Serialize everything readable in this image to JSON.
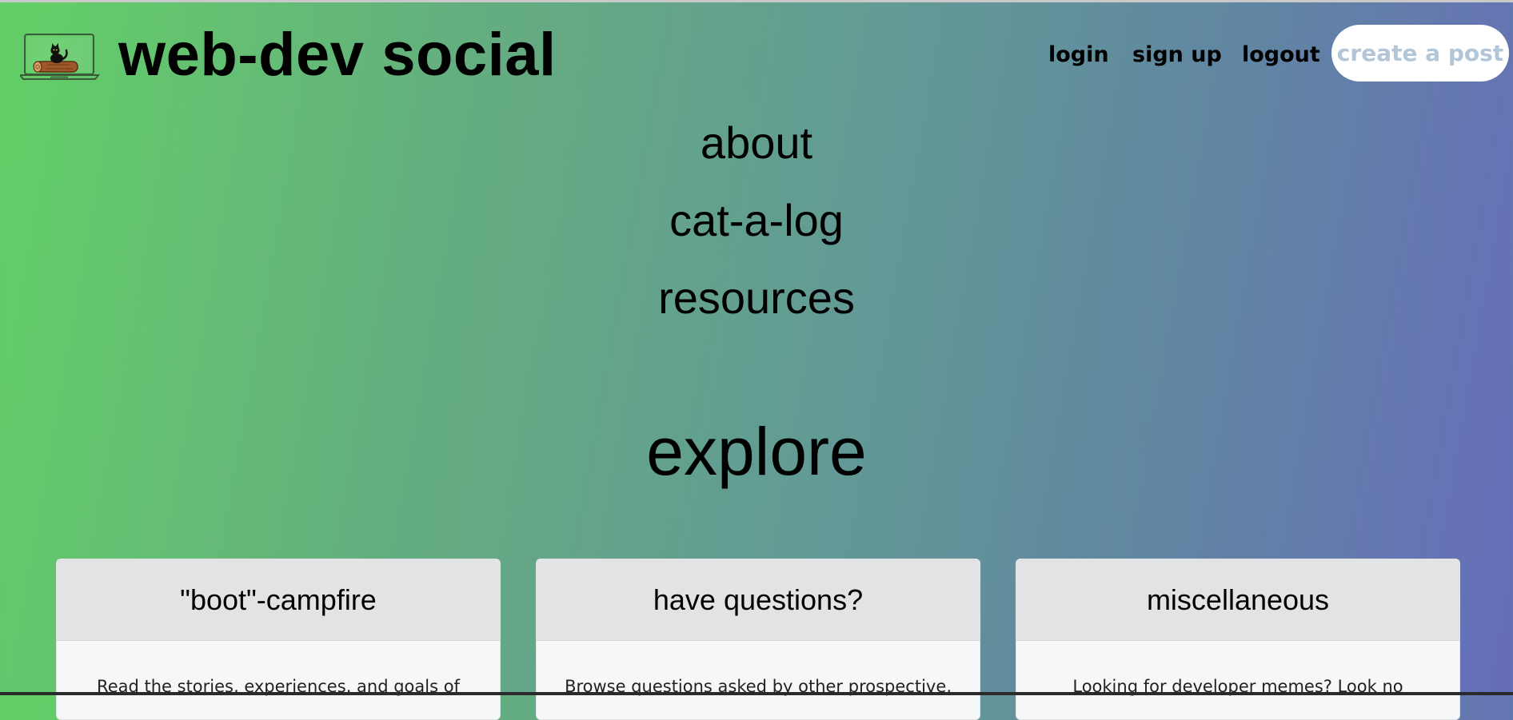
{
  "header": {
    "site_title": "web-dev social",
    "logo_icon": "laptop-cat-logo-icon",
    "nav": {
      "login": "login",
      "signup": "sign up",
      "logout": "logout"
    },
    "create_post": "create a post"
  },
  "links": {
    "about": "about",
    "catalog": "cat-a-log",
    "resources": "resources"
  },
  "explore": {
    "heading": "explore",
    "cards": [
      {
        "title": "\"boot\"-campfire",
        "body": "Read the stories, experiences, and goals of"
      },
      {
        "title": "have questions?",
        "body": "Browse questions asked by other prospective,"
      },
      {
        "title": "miscellaneous",
        "body": "Looking for developer memes? Look no"
      }
    ]
  },
  "colors": {
    "gradient_start": "#63d066",
    "gradient_end": "#666dbb",
    "create_post_text": "#b2c6d8",
    "card_header_bg": "#e2e3e5",
    "card_body_bg": "#f6f7f8"
  }
}
